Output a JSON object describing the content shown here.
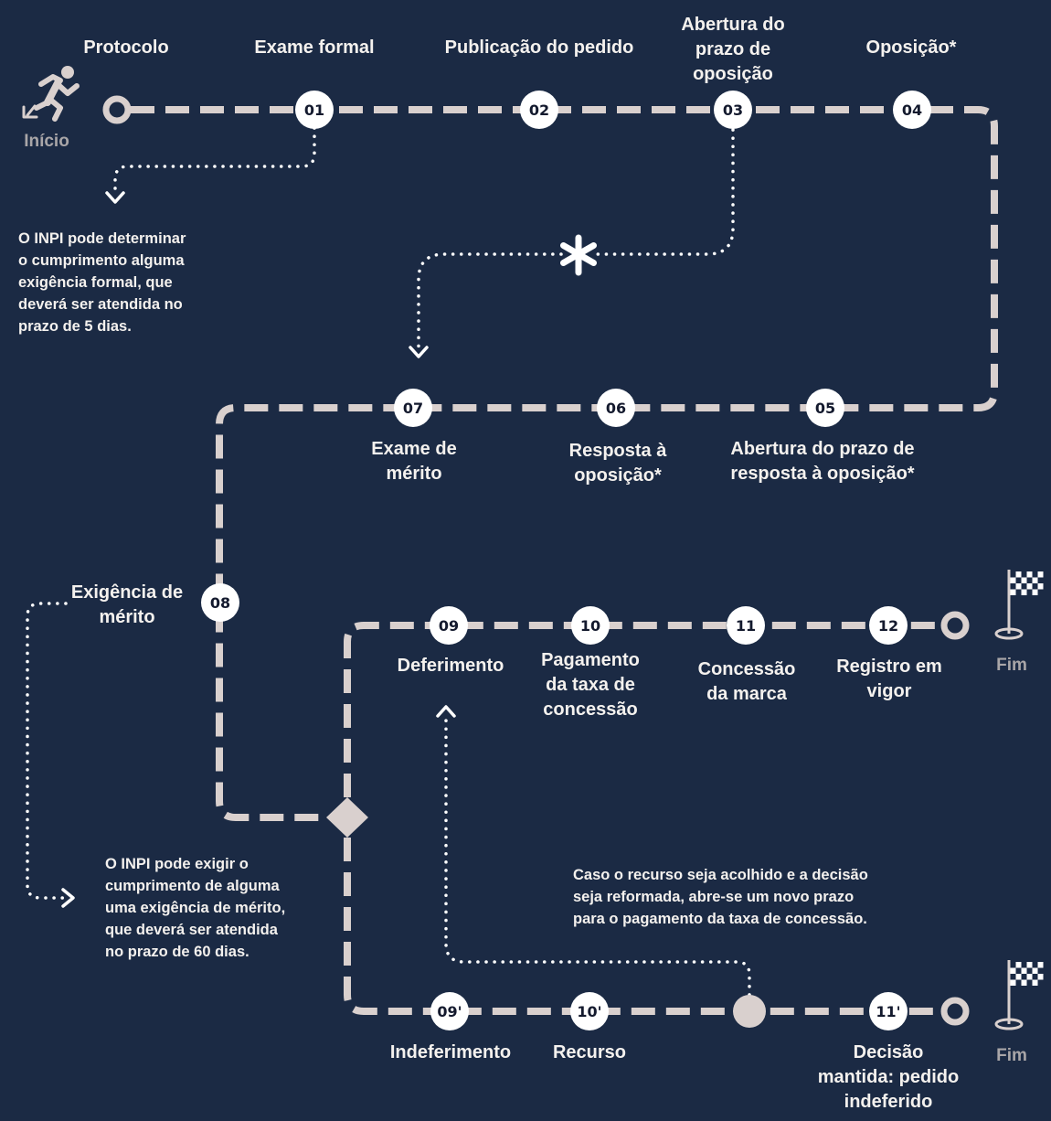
{
  "steps": {
    "s01": {
      "num": "01",
      "label": "Exame formal"
    },
    "s02": {
      "num": "02",
      "label": "Publicação do pedido"
    },
    "s03": {
      "num": "03",
      "label": "Abertura do\nprazo de\noposição"
    },
    "s04": {
      "num": "04",
      "label": "Oposição*"
    },
    "s05": {
      "num": "05",
      "label": "Abertura do prazo de\nresposta à oposição*"
    },
    "s06": {
      "num": "06",
      "label": "Resposta à\noposição*"
    },
    "s07": {
      "num": "07",
      "label": "Exame de\nmérito"
    },
    "s08": {
      "num": "08",
      "label": "Exigência de\nmérito"
    },
    "s09": {
      "num": "09",
      "label": "Deferimento"
    },
    "s10": {
      "num": "10",
      "label": "Pagamento\nda taxa de\nconcessão"
    },
    "s11": {
      "num": "11",
      "label": "Concessão\nda marca"
    },
    "s12": {
      "num": "12",
      "label": "Registro em\nvigor"
    },
    "s09b": {
      "num": "09'",
      "label": "Indeferimento"
    },
    "s10b": {
      "num": "10'",
      "label": "Recurso"
    },
    "s11b": {
      "num": "11'",
      "label": "Decisão\nmantida: pedido\nindeferido"
    }
  },
  "start": {
    "title": "Protocolo",
    "label": "Início"
  },
  "end": {
    "label": "Fim"
  },
  "notes": {
    "formal": "O INPI pode determinar\no cumprimento alguma\nexigência formal, que\ndeverá ser atendida no\nprazo de 5 dias.",
    "merit": "O INPI pode exigir o\ncumprimento de alguma\numa exigência de mérito,\nque deverá ser atendida\nno prazo de 60 dias.",
    "appeal": "Caso o recurso seja acolhido e a decisão\nseja reformada, abre-se um novo prazo\npara o pagamento da taxa de concessão."
  },
  "icons": {
    "start": "runner-icon",
    "finish": "checkered-flag-icon",
    "opposition": "asterisk-icon",
    "decision": "diamond-icon"
  },
  "colors": {
    "background": "#1b2a44",
    "path": "#d9d0ce",
    "node": "#ffffff",
    "text": "#f4f1ee",
    "muted": "#a9a6a8"
  }
}
